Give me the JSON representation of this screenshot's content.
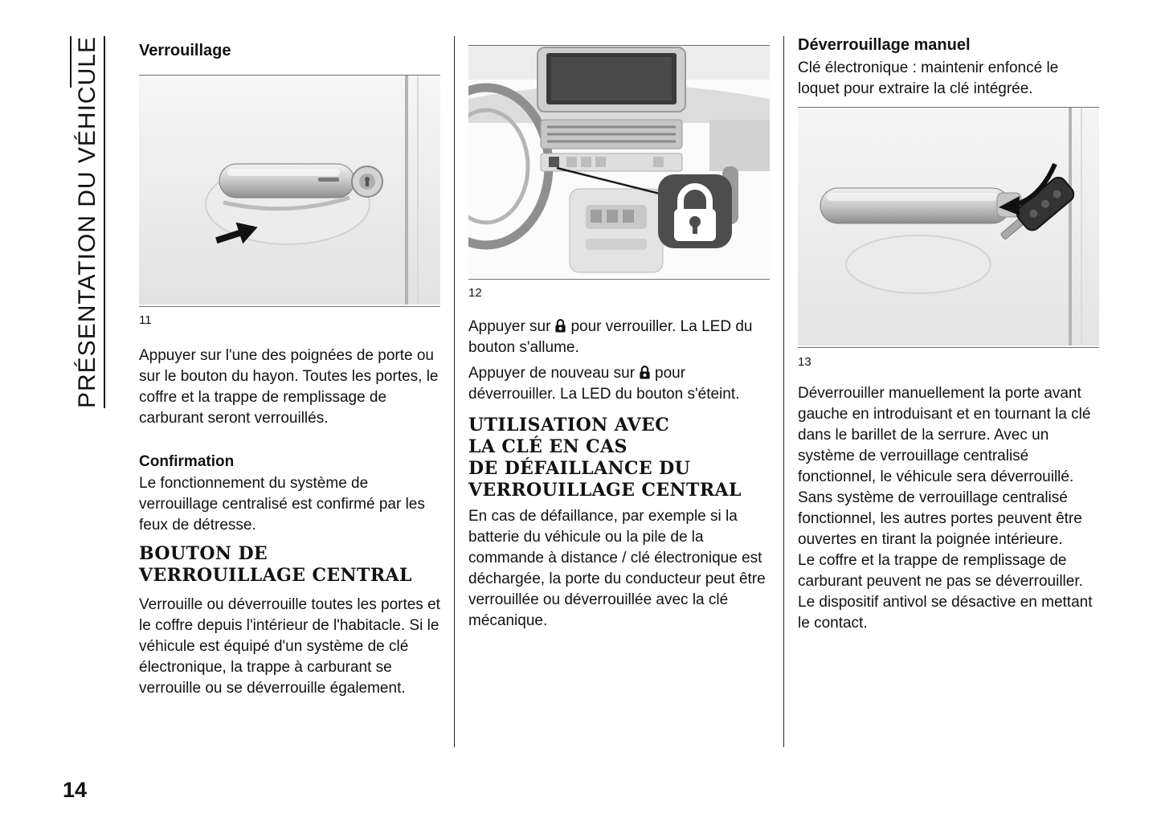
{
  "page": {
    "number": "14",
    "sidebar_label": "PRÉSENTATION DU VÉHICULE"
  },
  "col1": {
    "heading": "Verrouillage",
    "figure_label": "11",
    "para1": "Appuyer sur l'une des poignées de porte ou sur le bouton du hayon. Toutes les portes, le coffre et la trappe de remplissage de carburant seront verrouillés.",
    "subheading": "Confirmation",
    "para2": "Le fonctionnement du système de verrouillage centralisé est confirmé par les feux de détresse.",
    "section_heading_lines": [
      "BOUTON DE",
      "VERROUILLAGE CENTRAL"
    ],
    "para3": "Verrouille ou déverrouille toutes les portes et le coffre depuis l'intérieur de l'habitacle. Si le véhicule est équipé d'un système de clé électronique, la trappe à carburant se verrouille ou se déverrouille également."
  },
  "col2": {
    "figure_label": "12",
    "lock_para1_before": "Appuyer sur",
    "lock_para1_after": "pour verrouiller. La LED du bouton s'allume.",
    "lock_para2_before": "Appuyer de nouveau sur",
    "lock_para2_after": "pour déverrouiller. La LED du bouton s'éteint.",
    "section_heading_lines": [
      "UTILISATION AVEC",
      "LA CLÉ EN CAS",
      "DE DÉFAILLANCE DU",
      "VERROUILLAGE CENTRAL"
    ],
    "para1": "En cas de défaillance, par exemple si la batterie du véhicule ou la pile de la commande à distance / clé électronique est déchargée, la porte du conducteur peut être verrouillée ou déverrouillée avec la clé mécanique."
  },
  "col3": {
    "heading": "Déverrouillage manuel",
    "para1": "Clé électronique : maintenir enfoncé le loquet pour extraire la clé intégrée.",
    "figure_label": "13",
    "paras": [
      "Déverrouiller manuellement la porte avant gauche en introduisant et en tournant la clé dans le barillet de la serrure. Avec un système de verrouillage centralisé fonctionnel, le véhicule sera déverrouillé.",
      "Sans système de verrouillage centralisé fonctionnel, les autres portes peuvent être ouvertes en tirant la poignée intérieure.",
      "Le coffre et la trappe de remplissage de carburant peuvent ne pas se déverrouiller.",
      "Le dispositif antivol se désactive en mettant le contact."
    ]
  },
  "icons": {
    "lock_button": "padlock-button",
    "figure12_badge": "padlock-badge"
  },
  "colors": {
    "badge": "#4d4d4d",
    "rule": "#6f6f6f",
    "text": "#121212"
  }
}
